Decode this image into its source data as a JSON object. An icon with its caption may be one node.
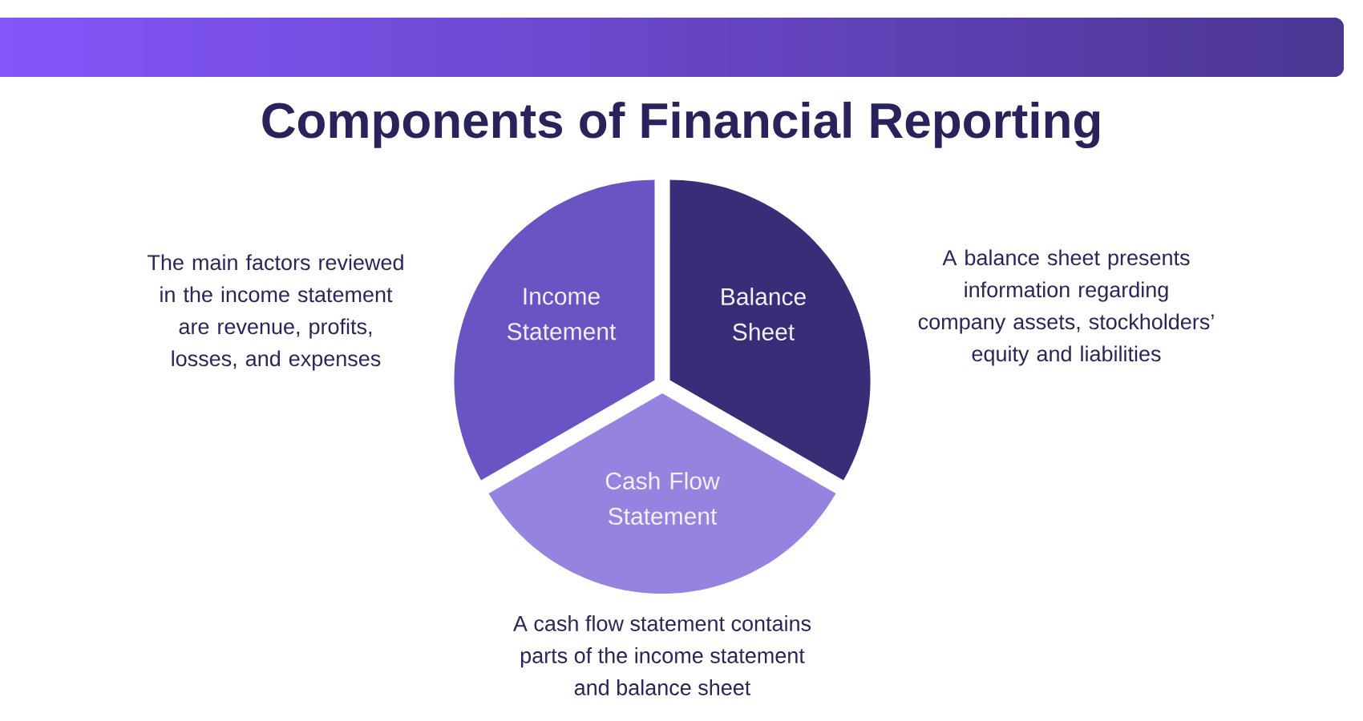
{
  "diagram": {
    "title": "Components of Financial Reporting",
    "nodes": [
      {
        "text": [
          "Income Statement"
        ],
        "beside": [
          "The main factors reviewed in the income statement are revenue, profits, losses, and expenses"
        ]
      },
      {
        "text": [
          "Balance Sheet"
        ],
        "beside": [
          "A balance sheet presents information regarding company assets, stockholders’ equity and liabilities"
        ]
      },
      {
        "text": [
          "Cash Flow Statement"
        ],
        "beside": [
          "A cash flow statement contains parts of the income statement and balance sheet"
        ]
      }
    ]
  }
}
